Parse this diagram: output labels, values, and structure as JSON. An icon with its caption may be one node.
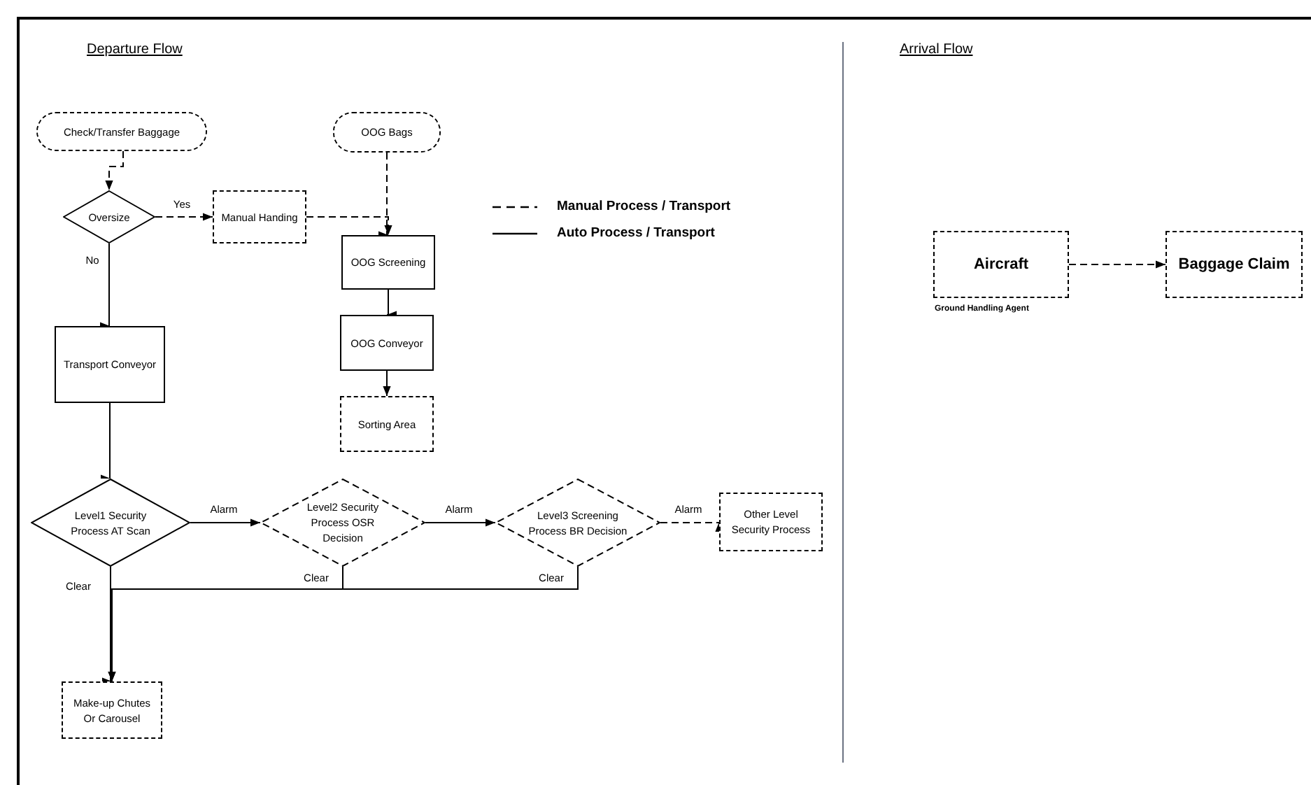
{
  "diagram": {
    "nodes": [
      {
        "text": [
          "Check/Transfer Baggage"
        ]
      },
      {
        "text": [
          "Oversize"
        ]
      },
      {
        "text": [
          "Manual Handing"
        ]
      },
      {
        "text": [
          "OOG Bags"
        ]
      },
      {
        "text": [
          "OOG Screening"
        ]
      },
      {
        "text": [
          "OOG Conveyor"
        ]
      },
      {
        "text": [
          "Sorting Area"
        ]
      },
      {
        "text": [
          "Transport Conveyor"
        ]
      },
      {
        "text": [
          "Level1 Security Process AT Scan"
        ]
      },
      {
        "text": [
          "Level2 Security Process OSR Decision"
        ]
      },
      {
        "text": [
          "Level3 Screening Process BR Decision"
        ]
      },
      {
        "text": [
          "Other Level Security Process"
        ]
      },
      {
        "text": [
          "Make-up Chutes Or Carousel"
        ]
      },
      {
        "text": [
          "Aircraft"
        ],
        "beside": [
          "Ground Handling Agent"
        ]
      },
      {
        "text": [
          "Baggage Claim"
        ]
      }
    ],
    "edges": [
      {
        "from": 0,
        "to": 1,
        "arrow": "to",
        "style": "dashed"
      },
      {
        "from": 1,
        "to": 2,
        "arrow": "to",
        "style": "dashed",
        "label": "Yes"
      },
      {
        "from": 1,
        "to": 7,
        "arrow": "to",
        "label": "No"
      },
      {
        "from": 3,
        "to": 4,
        "arrow": "to",
        "style": "dashed"
      },
      {
        "from": 2,
        "to": 4,
        "arrow": "to",
        "style": "dashed"
      },
      {
        "from": 4,
        "to": 5,
        "arrow": "to"
      },
      {
        "from": 5,
        "to": 6,
        "arrow": "to"
      },
      {
        "from": 7,
        "to": 8,
        "arrow": "to"
      },
      {
        "from": 8,
        "to": 9,
        "arrow": "to",
        "label": "Alarm"
      },
      {
        "from": 9,
        "to": 10,
        "arrow": "to",
        "label": "Alarm"
      },
      {
        "from": 10,
        "to": 11,
        "arrow": "to",
        "style": "dashed",
        "label": "Alarm"
      },
      {
        "from": 8,
        "to": 12,
        "arrow": "to",
        "label": "Clear"
      },
      {
        "from": 9,
        "to": 12,
        "arrow": "to",
        "label": "Clear"
      },
      {
        "from": 10,
        "to": 12,
        "arrow": "to",
        "label": "Clear"
      },
      {
        "from": 13,
        "to": 14,
        "arrow": "to",
        "style": "dashed"
      }
    ],
    "labels": [
      "Departure Flow",
      "Arrival Flow"
    ],
    "legend": [
      {
        "text": "Manual Process / Transport"
      },
      {
        "text": "Auto Process / Transport"
      }
    ]
  }
}
